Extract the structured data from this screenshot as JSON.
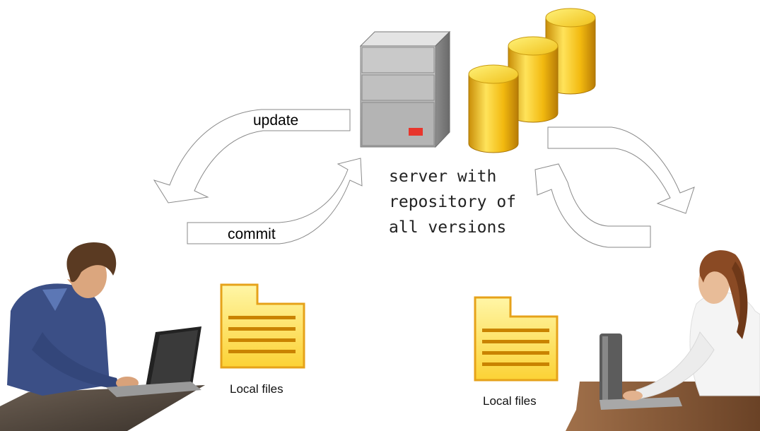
{
  "arrows": {
    "update_label": "update",
    "commit_label": "commit"
  },
  "server": {
    "caption_lines": [
      "server with",
      "repository of",
      "all versions"
    ]
  },
  "local_files": {
    "left_label": "Local files",
    "right_label": "Local files"
  },
  "icons": [
    "server-tower-icon",
    "database-cylinder-icon",
    "folder-icon",
    "user-at-laptop-icon"
  ],
  "colors": {
    "folder_fill": "#fde25c",
    "folder_stroke": "#e6a21a",
    "cylinder_gold": "#f1c40f",
    "server_gray": "#b9b9b9",
    "server_led": "#e8352c",
    "arrow_stroke": "#888888"
  }
}
